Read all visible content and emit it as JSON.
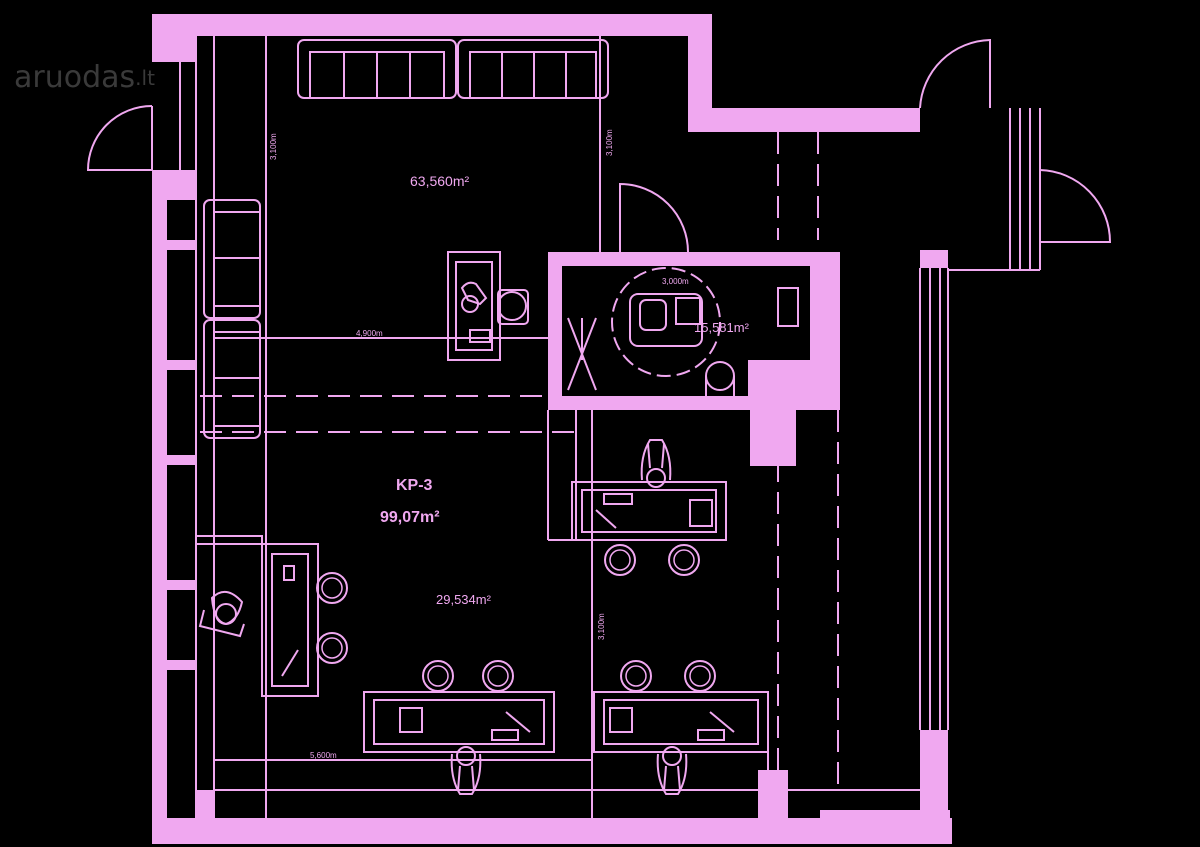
{
  "watermark": {
    "brand": "aruodas",
    "tld": "lt"
  },
  "colors": {
    "background": "#000000",
    "line": "#f0a8f0",
    "wall": "#f0a8f0",
    "watermark": "#3a3a3a"
  },
  "rooms": {
    "top_area": "63,560m²",
    "wc_area": "15,581m²",
    "unit_name": "KP-3",
    "unit_area": "99,07m²",
    "lower_area": "29,534m²"
  },
  "dimensions": {
    "top_width": "4,900m",
    "bottom_width": "5,600m",
    "top_left_height": "3,100m",
    "top_right_height": "3,100m",
    "lower_mid_height": "3,100m",
    "wc_width": "3,000m"
  }
}
